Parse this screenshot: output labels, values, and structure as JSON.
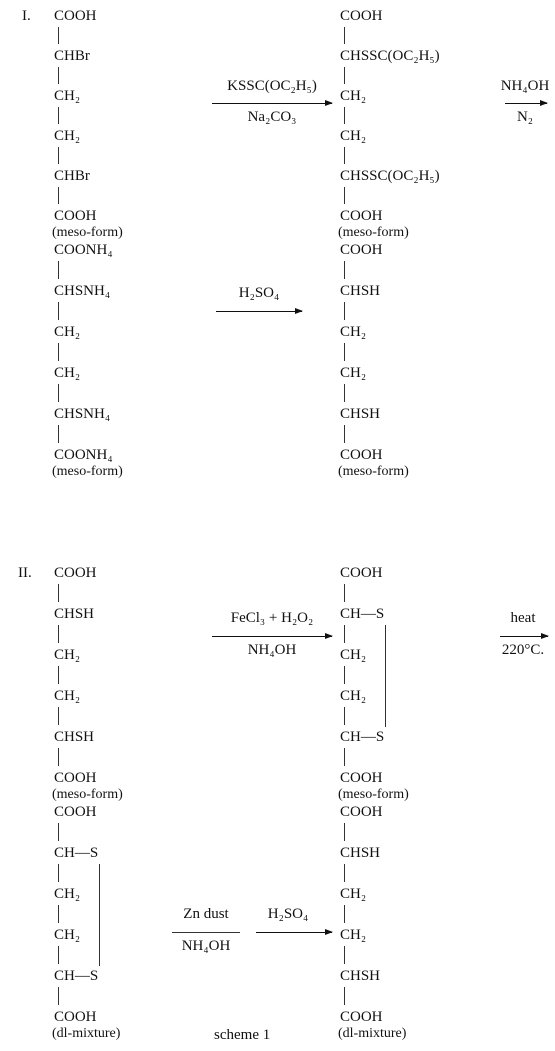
{
  "scheme_title": "scheme 1",
  "sections": [
    {
      "label": "I."
    },
    {
      "label": "II."
    }
  ],
  "molecules": {
    "m1": {
      "rows": [
        "COOH",
        "CHBr",
        "CH₂",
        "CH₂",
        "CHBr",
        "COOH"
      ],
      "form": "(meso-form)"
    },
    "m2": {
      "rows": [
        "COOH",
        "CHSSC(OC₂H₅)",
        "CH₂",
        "CH₂",
        "CHSSC(OC₂H₅)",
        "COOH"
      ],
      "form": "(meso-form)"
    },
    "m3": {
      "rows": [
        "COONH₄",
        "CHSNH₄",
        "CH₂",
        "CH₂",
        "CHSNH₄",
        "COONH₄"
      ],
      "form": "(meso-form)"
    },
    "m4": {
      "rows": [
        "COOH",
        "CHSH",
        "CH₂",
        "CH₂",
        "CHSH",
        "COOH"
      ],
      "form": "(meso-form)"
    },
    "m5": {
      "rows": [
        "COOH",
        "CHSH",
        "CH₂",
        "CH₂",
        "CHSH",
        "COOH"
      ],
      "form": "(meso-form)"
    },
    "m6": {
      "rows": [
        "COOH",
        "CH—S",
        "CH₂",
        "CH₂",
        "CH—S",
        "COOH"
      ],
      "form": "(meso-form)"
    },
    "m7": {
      "rows": [
        "COOH",
        "CH—S",
        "CH₂",
        "CH₂",
        "CH—S",
        "COOH"
      ],
      "form": "(dl-mixture)"
    },
    "m8": {
      "rows": [
        "COOH",
        "CHSH",
        "CH₂",
        "CH₂",
        "CHSH",
        "COOH"
      ],
      "form": "(dl-mixture)"
    }
  },
  "reagents": {
    "r1_top": "KSSC(OC₂H₅)",
    "r1_bottom": "Na₂CO₃",
    "r2_top": "NH₄OH",
    "r2_bottom": "N₂",
    "r3_top": "H₂SO₄",
    "r4_top": "FeCl₃ + H₂O₂",
    "r4_bottom": "NH₄OH",
    "r5_top": "heat",
    "r5_bottom": "220°C.",
    "r6_top": "Zn dust",
    "r6_bottom": "NH₄OH",
    "r7_top": "H₂SO₄"
  }
}
